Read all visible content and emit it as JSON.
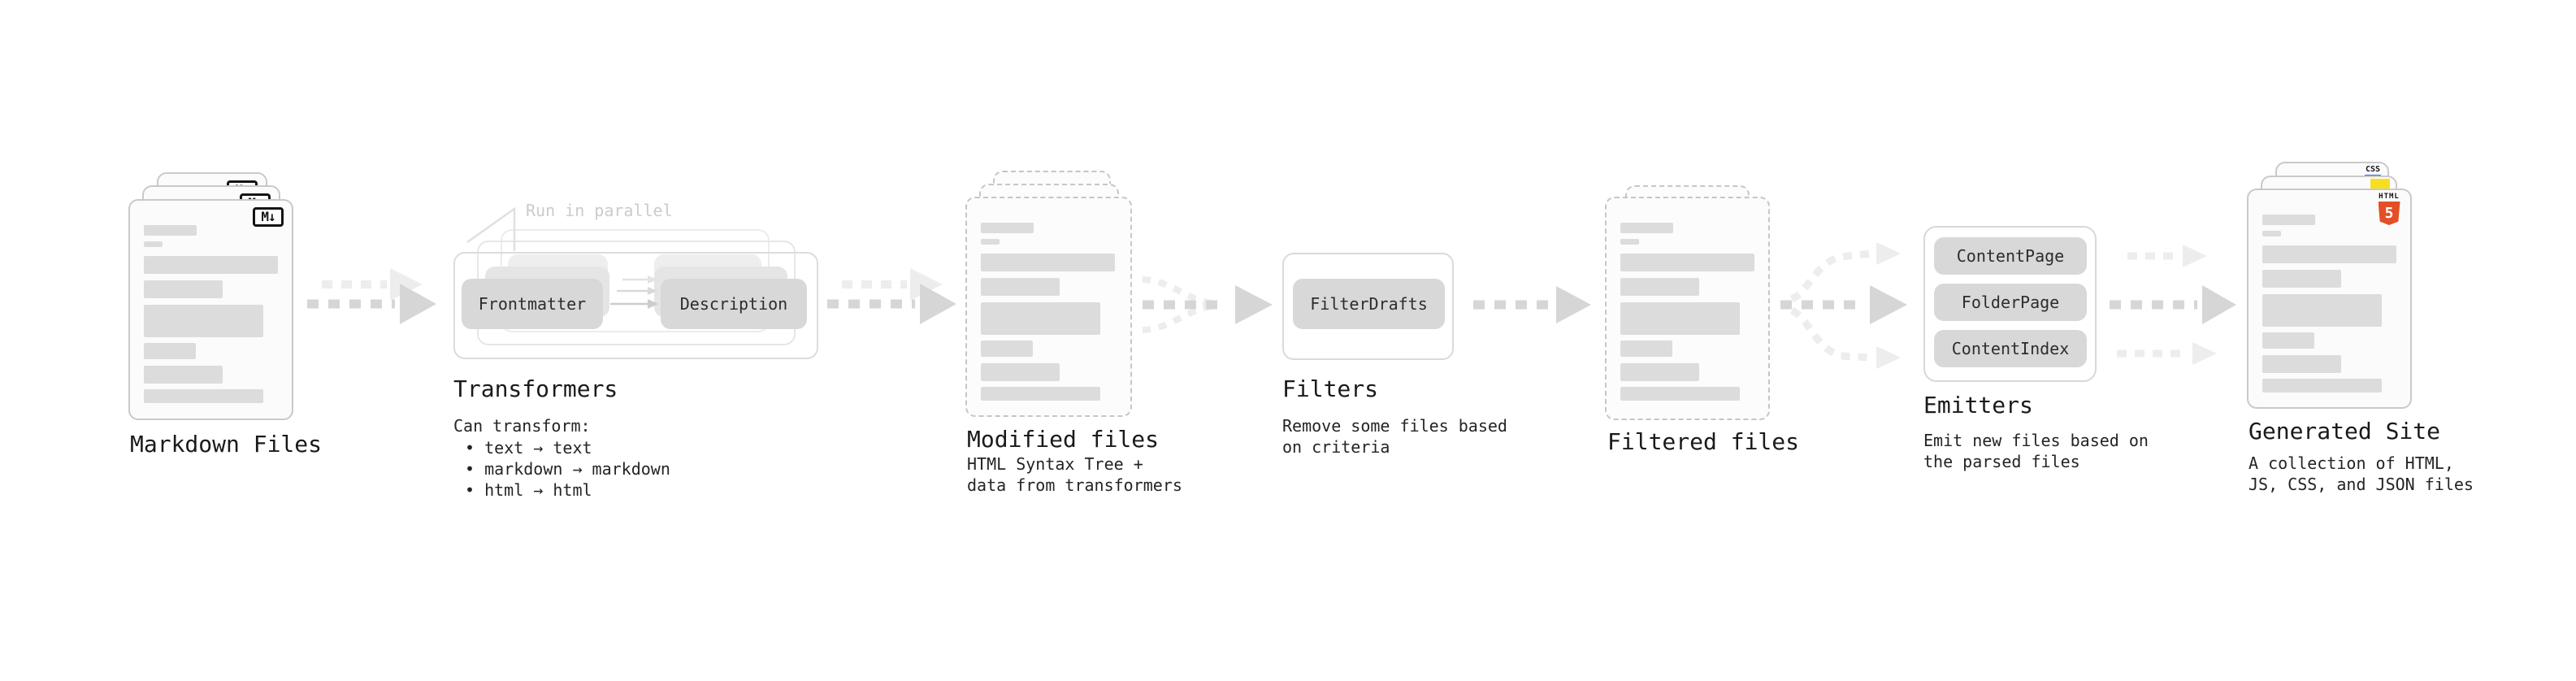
{
  "stages": {
    "markdown_files": {
      "label": "Markdown Files",
      "badge": "M↓"
    },
    "transformers": {
      "callout": "Run in parallel",
      "pill_frontmatter": "Frontmatter",
      "pill_description": "Description",
      "title": "Transformers",
      "description_heading": "Can transform:",
      "bullets": [
        "• text → text",
        "• markdown → markdown",
        "• html → html"
      ]
    },
    "modified_files": {
      "title": "Modified files",
      "description": "HTML Syntax Tree +\ndata from transformers"
    },
    "filters": {
      "pill": "FilterDrafts",
      "title": "Filters",
      "description": "Remove some files based\non criteria"
    },
    "filtered_files": {
      "title": "Filtered files"
    },
    "emitters": {
      "pills": [
        "ContentPage",
        "FolderPage",
        "ContentIndex"
      ],
      "title": "Emitters",
      "description": "Emit new files based on\nthe parsed files"
    },
    "generated_site": {
      "title": "Generated Site",
      "description": "A collection of HTML,\nJS, CSS, and JSON files",
      "badge_css": "CSS",
      "badge_html_label": "HTML",
      "badge_html_number": "5"
    }
  },
  "colors": {
    "html5_orange": "#e34f26",
    "js_yellow": "#f7df1e",
    "css_blue": "#2965f1",
    "arrow_gray": "#d6d6d6",
    "arrow_faint": "#ededed",
    "pill_gray": "#d8d8d8",
    "bar_gray": "#dcdcdc",
    "callout_gray": "#cbcbcb"
  }
}
